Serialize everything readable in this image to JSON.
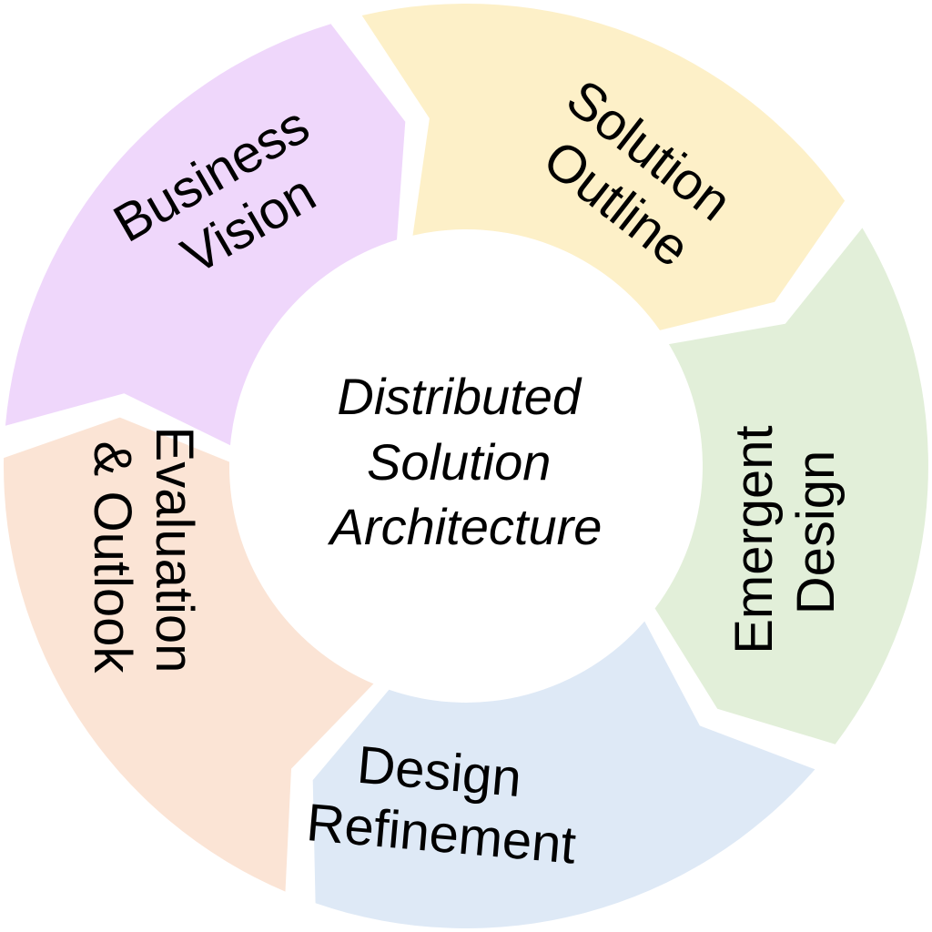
{
  "center": {
    "lines": [
      "Distributed",
      "Solution",
      "Architecture"
    ]
  },
  "segments": [
    {
      "id": "business-vision",
      "lines": [
        "Business",
        "Vision"
      ],
      "color": "#fdf0c8"
    },
    {
      "id": "solution-outline",
      "lines": [
        "Solution",
        "Outline"
      ],
      "color": "#e2efd9"
    },
    {
      "id": "emergent-design",
      "lines": [
        "Emergent",
        "Design"
      ],
      "color": "#dee9f6"
    },
    {
      "id": "design-refinement",
      "lines": [
        "Design",
        "Refinement"
      ],
      "color": "#fbe4d5"
    },
    {
      "id": "evaluation-outlook",
      "lines": [
        "Evaluation",
        "& Outlook"
      ],
      "color": "#efd7fb"
    }
  ]
}
